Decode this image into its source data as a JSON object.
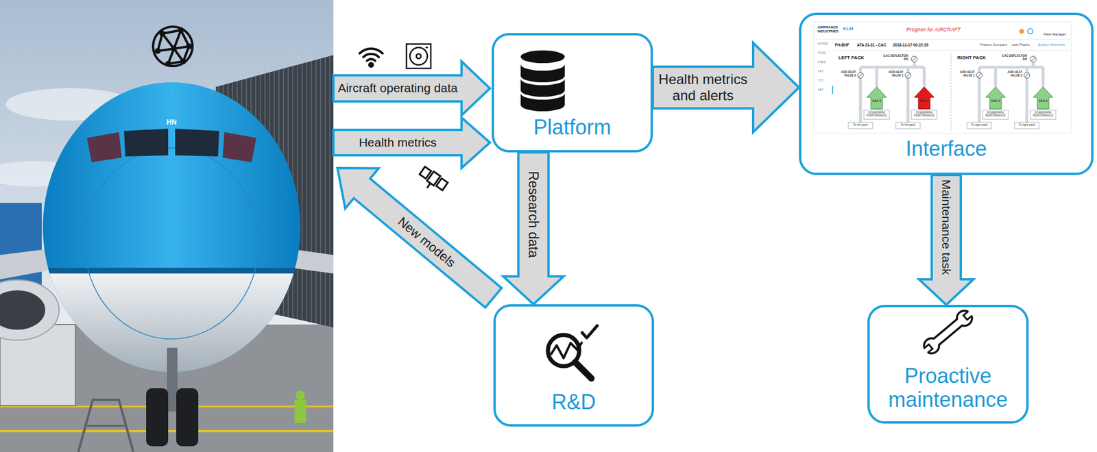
{
  "diagram": {
    "nodes": [
      {
        "text": [
          "Platform"
        ]
      },
      {
        "text": [
          "Interface"
        ]
      },
      {
        "text": [
          "R&D"
        ]
      },
      {
        "text": [
          "Proactive maintenance"
        ]
      }
    ],
    "edges": [
      {
        "from": 0,
        "to": 1,
        "label": "Health metrics and alerts",
        "arrow": "to"
      },
      {
        "from": 0,
        "to": 2,
        "label": "Research data",
        "arrow": "to"
      },
      {
        "from": 1,
        "to": 3,
        "label": "Maintenance task",
        "arrow": "to"
      }
    ],
    "labels": [
      "Aircraft operating data",
      "Health metrics",
      "New models",
      "HN",
      "AIRFRANCE INDUSTRIES",
      "KLM",
      "Prognos for AIRCRAFT",
      "Fleet Manager",
      "HOME",
      "A330",
      "A350",
      "747",
      "777",
      "787",
      "PH-BHF",
      "ATA 21-31 - CAC",
      "2018-12-17 00:22:39",
      "Feature Compare",
      "Last Flights",
      "System Overview",
      "LEFT PACK",
      "RIGHT PACK",
      "CAC DEFLECTOR DR",
      "CAC DEFLECTOR DR",
      "ADD HEAT VALVE 2",
      "ADD HEAT VALVE 1",
      "ADD HEAT VALVE 1",
      "ADD HEAT VALVE 2",
      "CAC 2",
      "CAC 1",
      "CAC 1",
      "CAC 2",
      "POWER/RPM PERFORMANCE",
      "POWER/RPM PERFORMANCE",
      "POWER/RPM PERFORMANCE",
      "POWER/RPM PERFORMANCE",
      "To left pack",
      "To left pack",
      "To right pack",
      "To right pack"
    ]
  }
}
